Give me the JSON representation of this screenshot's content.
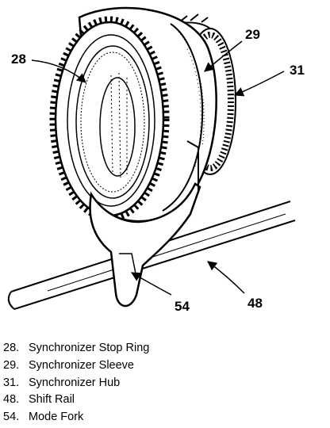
{
  "callouts": {
    "c28": "28",
    "c29": "29",
    "c31": "31",
    "c54": "54",
    "c48": "48"
  },
  "legend": [
    {
      "num": "28.",
      "label": "Synchronizer Stop Ring"
    },
    {
      "num": "29.",
      "label": "Synchronizer Sleeve"
    },
    {
      "num": "31.",
      "label": "Synchronizer Hub"
    },
    {
      "num": "48.",
      "label": "Shift Rail"
    },
    {
      "num": "54.",
      "label": "Mode Fork"
    }
  ]
}
